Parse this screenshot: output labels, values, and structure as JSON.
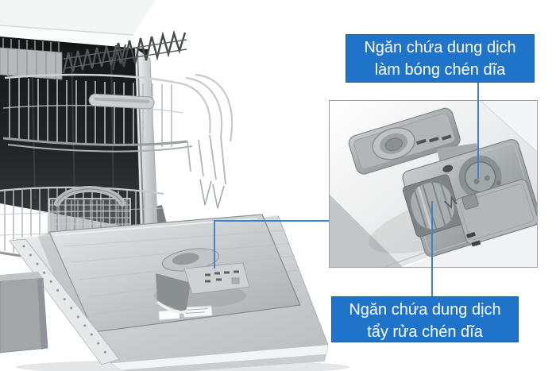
{
  "annotation": {
    "colors": {
      "label_background": "#1f73c9",
      "label_border": "#1a5fae",
      "label_text": "#ffffff",
      "connector_line": "#4083cc"
    },
    "rinse_aid_label": {
      "line1": "Ngăn chứa dung dịch",
      "line2": "làm bóng chén dĩa"
    },
    "detergent_label": {
      "line1": "Ngăn chứa dung dịch",
      "line2": "tẩy rửa chén dĩa"
    }
  },
  "scene": {
    "main_subject": "dishwasher-open-door-racks-extended",
    "inset_subject": "detergent-and-rinse-aid-dispenser-closeup"
  }
}
